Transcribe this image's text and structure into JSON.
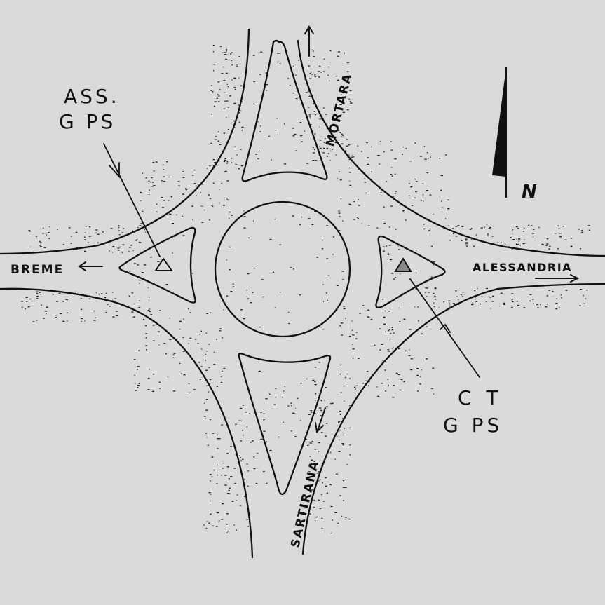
{
  "labels": {
    "breme": "BREME",
    "alessandria": "ALESSANDRIA",
    "mortara": "MORTARA",
    "sartirana": "SARTIRANA",
    "ass_line1": "ASS.",
    "ass_line2": "G PS",
    "ct_line1": "C T",
    "ct_line2": "G PS",
    "north": "N"
  },
  "colors": {
    "background": "#dadada",
    "ink": "#111111",
    "marker_fill": "#8a8a8a"
  }
}
